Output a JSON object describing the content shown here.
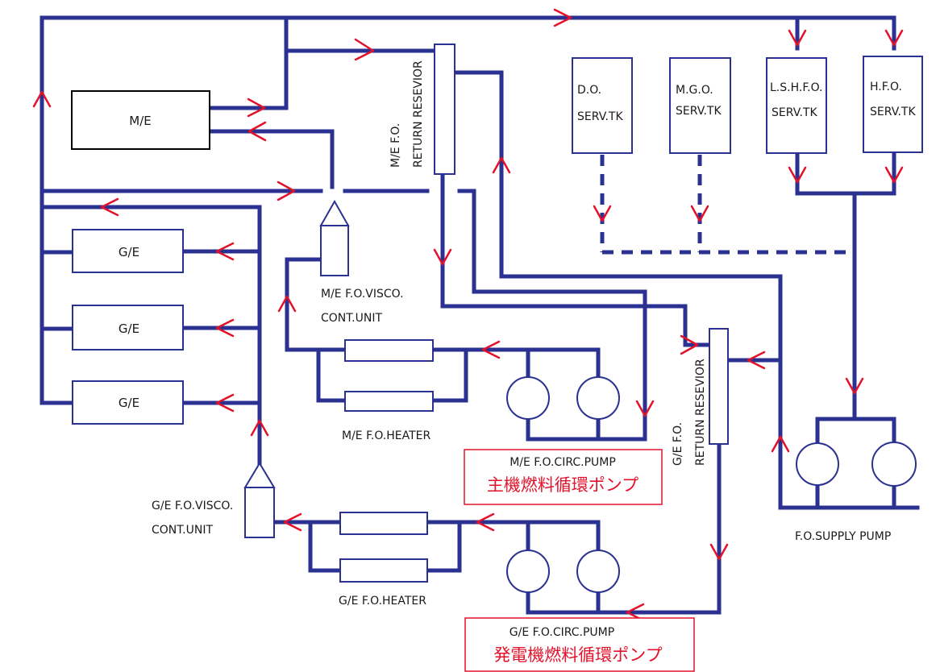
{
  "equipment": {
    "main_engine": "M/E",
    "gen_engines": [
      "G/E",
      "G/E",
      "G/E"
    ],
    "me_return": [
      "M/E F.O.",
      "RETURN RESEVIOR"
    ],
    "ge_return": [
      "G/E F.O.",
      "RETURN RESEVIOR"
    ],
    "tanks": [
      {
        "line1": "D.O.",
        "line2": "SERV.TK"
      },
      {
        "line1": "M.G.O.",
        "line2": "SERV.TK"
      },
      {
        "line1": "L.S.H.F.O.",
        "line2": "SERV.TK"
      },
      {
        "line1": "H.F.O.",
        "line2": "SERV.TK"
      }
    ]
  },
  "labels": {
    "me_visco_1": "M/E F.O.VISCO.",
    "me_visco_2": "CONT.UNIT",
    "me_heater": "M/E F.O.HEATER",
    "me_circ_pump": "M/E F.O.CIRC.PUMP",
    "me_circ_pump_jp": "主機燃料循環ポンプ",
    "ge_visco_1": "G/E F.O.VISCO.",
    "ge_visco_2": "CONT.UNIT",
    "ge_heater": "G/E F.O.HEATER",
    "ge_circ_pump": "G/E F.O.CIRC.PUMP",
    "ge_circ_pump_jp": "発電機燃料循環ポンプ",
    "supply_pump": "F.O.SUPPLY PUMP"
  },
  "colors": {
    "pipe": "#2a3190",
    "arrow": "#e3122a",
    "text": "#1a1a1a",
    "jp_text": "#e3122a"
  }
}
